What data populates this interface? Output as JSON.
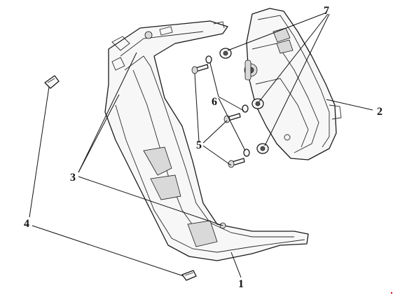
{
  "callouts": {
    "c1": "1",
    "c2": "2",
    "c3": "3",
    "c4": "4",
    "c5": "5",
    "c6": "6",
    "c7": "7"
  },
  "mark_color": "#cc0000"
}
